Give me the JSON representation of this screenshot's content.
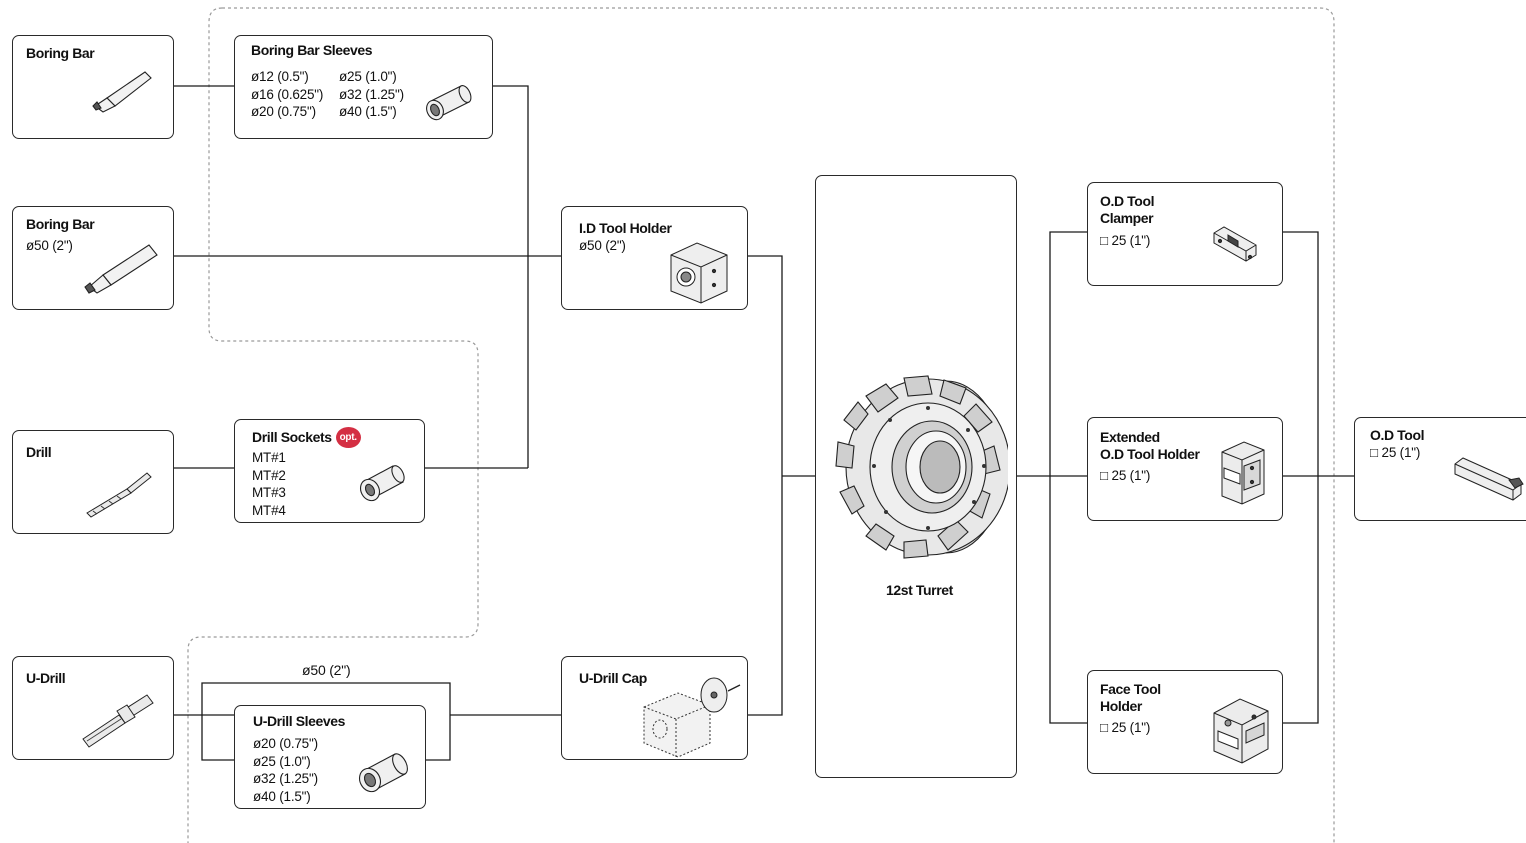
{
  "boring_bar_1": {
    "title": "Boring Bar"
  },
  "boring_bar_sleeves": {
    "title": "Boring Bar Sleeves",
    "col1": [
      "ø12 (0.5\")",
      "ø16 (0.625\")",
      "ø20 (0.75\")"
    ],
    "col2": [
      "ø25 (1.0\")",
      "ø32 (1.25\")",
      "ø40 (1.5\")"
    ]
  },
  "boring_bar_2": {
    "title": "Boring Bar",
    "spec": "ø50 (2\")"
  },
  "id_tool_holder": {
    "title": "I.D Tool Holder",
    "spec": "ø50 (2\")"
  },
  "drill": {
    "title": "Drill"
  },
  "drill_sockets": {
    "title": "Drill Sockets",
    "badge": "opt.",
    "specs": [
      "MT#1",
      "MT#2",
      "MT#3",
      "MT#4"
    ]
  },
  "u_drill": {
    "title": "U-Drill"
  },
  "u_drill_bypass": {
    "label": "ø50 (2\")"
  },
  "u_drill_sleeves": {
    "title": "U-Drill Sleeves",
    "specs": [
      "ø20 (0.75\")",
      "ø25 (1.0\")",
      "ø32 (1.25\")",
      "ø40 (1.5\")"
    ]
  },
  "u_drill_cap": {
    "title": "U-Drill Cap"
  },
  "turret": {
    "title": "12st Turret"
  },
  "od_tool_clamper": {
    "title_line1": "O.D Tool",
    "title_line2": "Clamper",
    "spec": "□ 25 (1\")"
  },
  "extended_od_tool_holder": {
    "title_line1": "Extended",
    "title_line2": "O.D Tool Holder",
    "spec": "□ 25 (1\")"
  },
  "face_tool_holder": {
    "title_line1": "Face Tool",
    "title_line2": "Holder",
    "spec": "□ 25 (1\")"
  },
  "od_tool": {
    "title": "O.D Tool",
    "spec": "□ 25 (1\")"
  },
  "colors": {
    "line": "#1a1a1a",
    "dashed": "#9a9a9a",
    "badge": "#d42f43"
  }
}
